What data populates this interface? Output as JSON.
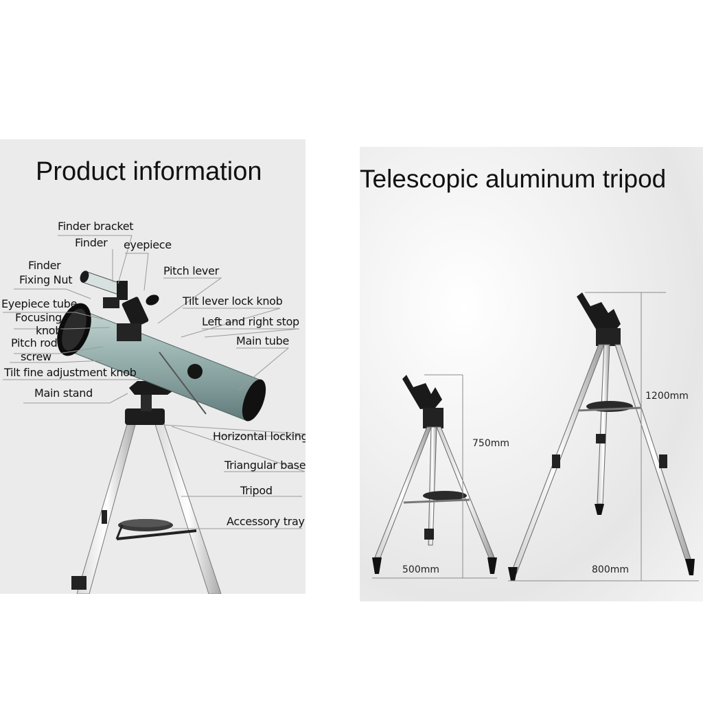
{
  "left_panel": {
    "title": "Product information",
    "labels": {
      "finder_bracket": "Finder bracket",
      "finder": "Finder",
      "eyepiece": "eyepiece",
      "finder_fixing_nut_1": "Finder",
      "finder_fixing_nut_2": "Fixing Nut",
      "pitch_lever": "Pitch lever",
      "eyepiece_tube": "Eyepiece tube",
      "tilt_lever_lock_knob": "Tilt lever lock knob",
      "focusing_knob_1": "Focusing",
      "focusing_knob_2": "knob",
      "left_right_stop": "Left and right stop",
      "main_tube": "Main tube",
      "pitch_rod_screw_1": "Pitch rod",
      "pitch_rod_screw_2": "screw",
      "tilt_fine_adjustment_knob": "Tilt fine adjustment knob",
      "main_stand": "Main stand",
      "horizontal_locking_knob": "Horizontal locking knob",
      "triangular_base": "Triangular base",
      "tripod": "Tripod",
      "accessory_tray": "Accessory tray"
    }
  },
  "right_panel": {
    "title": "Telescopic aluminum tripod",
    "small_tripod": {
      "height": "750mm",
      "width": "500mm"
    },
    "large_tripod": {
      "height": "1200mm",
      "width": "800mm"
    }
  }
}
